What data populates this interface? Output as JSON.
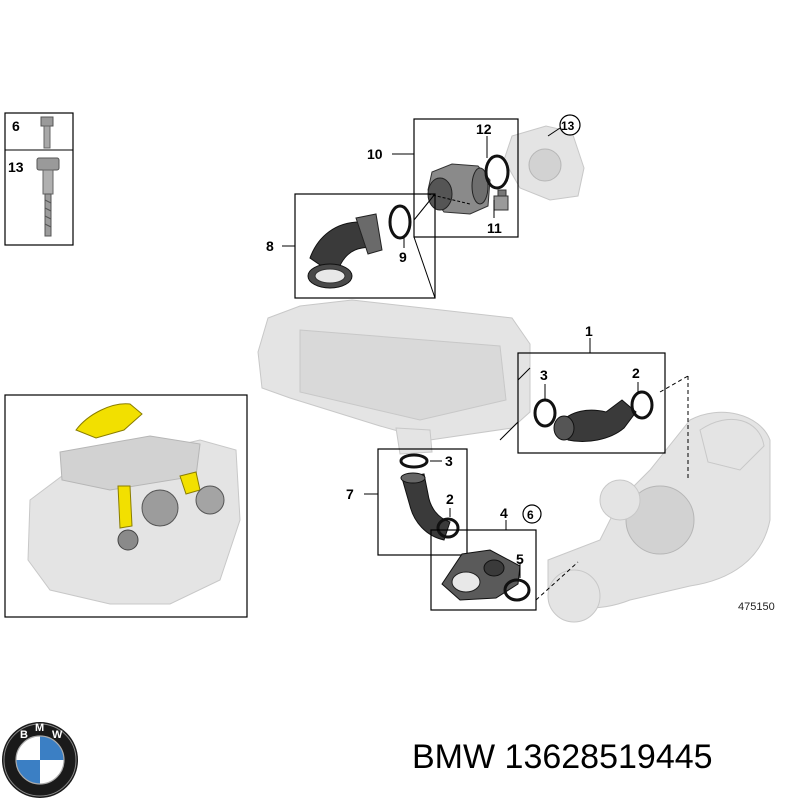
{
  "callouts": {
    "c1": "1",
    "c2a": "2",
    "c2b": "2",
    "c3a": "3",
    "c3b": "3",
    "c4": "4",
    "c5": "5",
    "c6": "6",
    "c7": "7",
    "c8": "8",
    "c9": "9",
    "c10": "10",
    "c11": "11",
    "c12": "12",
    "c13": "13",
    "legend6": "6",
    "legend13": "13"
  },
  "reference_number": "475150",
  "footer": {
    "brand": "BMW",
    "part_number": "13628519445"
  },
  "colors": {
    "highlight": "#f2e000",
    "hose": "#3a3a3a",
    "ghost": "#e4e4e4"
  }
}
